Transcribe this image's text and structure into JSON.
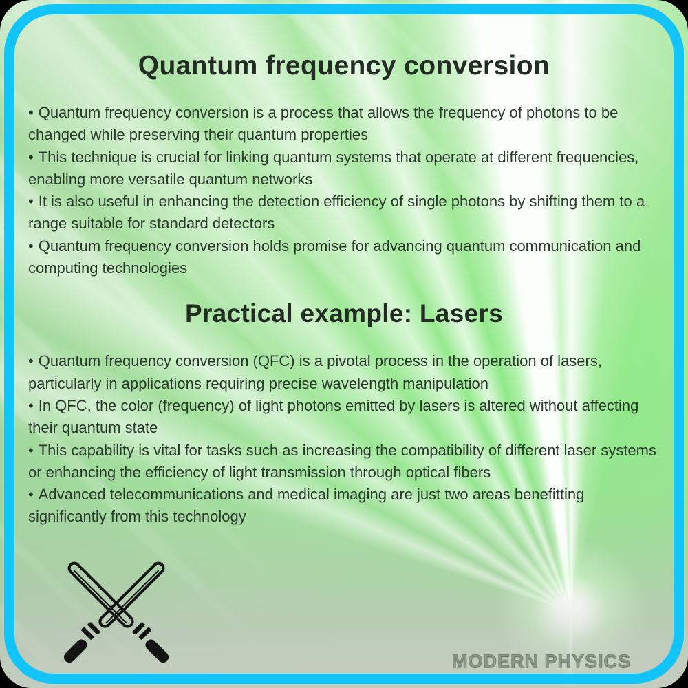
{
  "slide": {
    "title": "Quantum frequency conversion",
    "bullet_char": "•",
    "sections": [
      {
        "heading": "",
        "bullets": [
          "Quantum frequency conversion is a process that allows the frequency of photons to be changed while preserving their quantum properties",
          "This technique is crucial for linking quantum systems that operate at different frequencies, enabling more versatile quantum networks",
          "It is also useful in enhancing the detection efficiency of single photons by shifting them to a range suitable for standard detectors",
          "Quantum frequency conversion holds promise for advancing quantum communication and computing technologies"
        ]
      },
      {
        "heading": "Practical example: Lasers",
        "bullets": [
          "Quantum frequency conversion (QFC) is a pivotal process in the operation of lasers, particularly in applications requiring precise wavelength manipulation",
          "In QFC, the color (frequency) of light photons emitted by lasers is altered without affecting their quantum state",
          "This capability is vital for tasks such as increasing the compatibility of different laser systems or enhancing the efficiency of light transmission through optical fibers",
          "Advanced telecommunications and medical imaging are just two areas benefitting significantly from this technology"
        ]
      }
    ],
    "watermark": "MODERN PHYSICS",
    "icon": "crossed-lightsabers-icon"
  },
  "colors": {
    "frame_accent": "#12c4f7",
    "background_green": "#a7e79f",
    "beam_white": "#ffffff",
    "text": "#2a392c",
    "watermark_gray": "#8c988a",
    "outside_corners": "#000000"
  }
}
